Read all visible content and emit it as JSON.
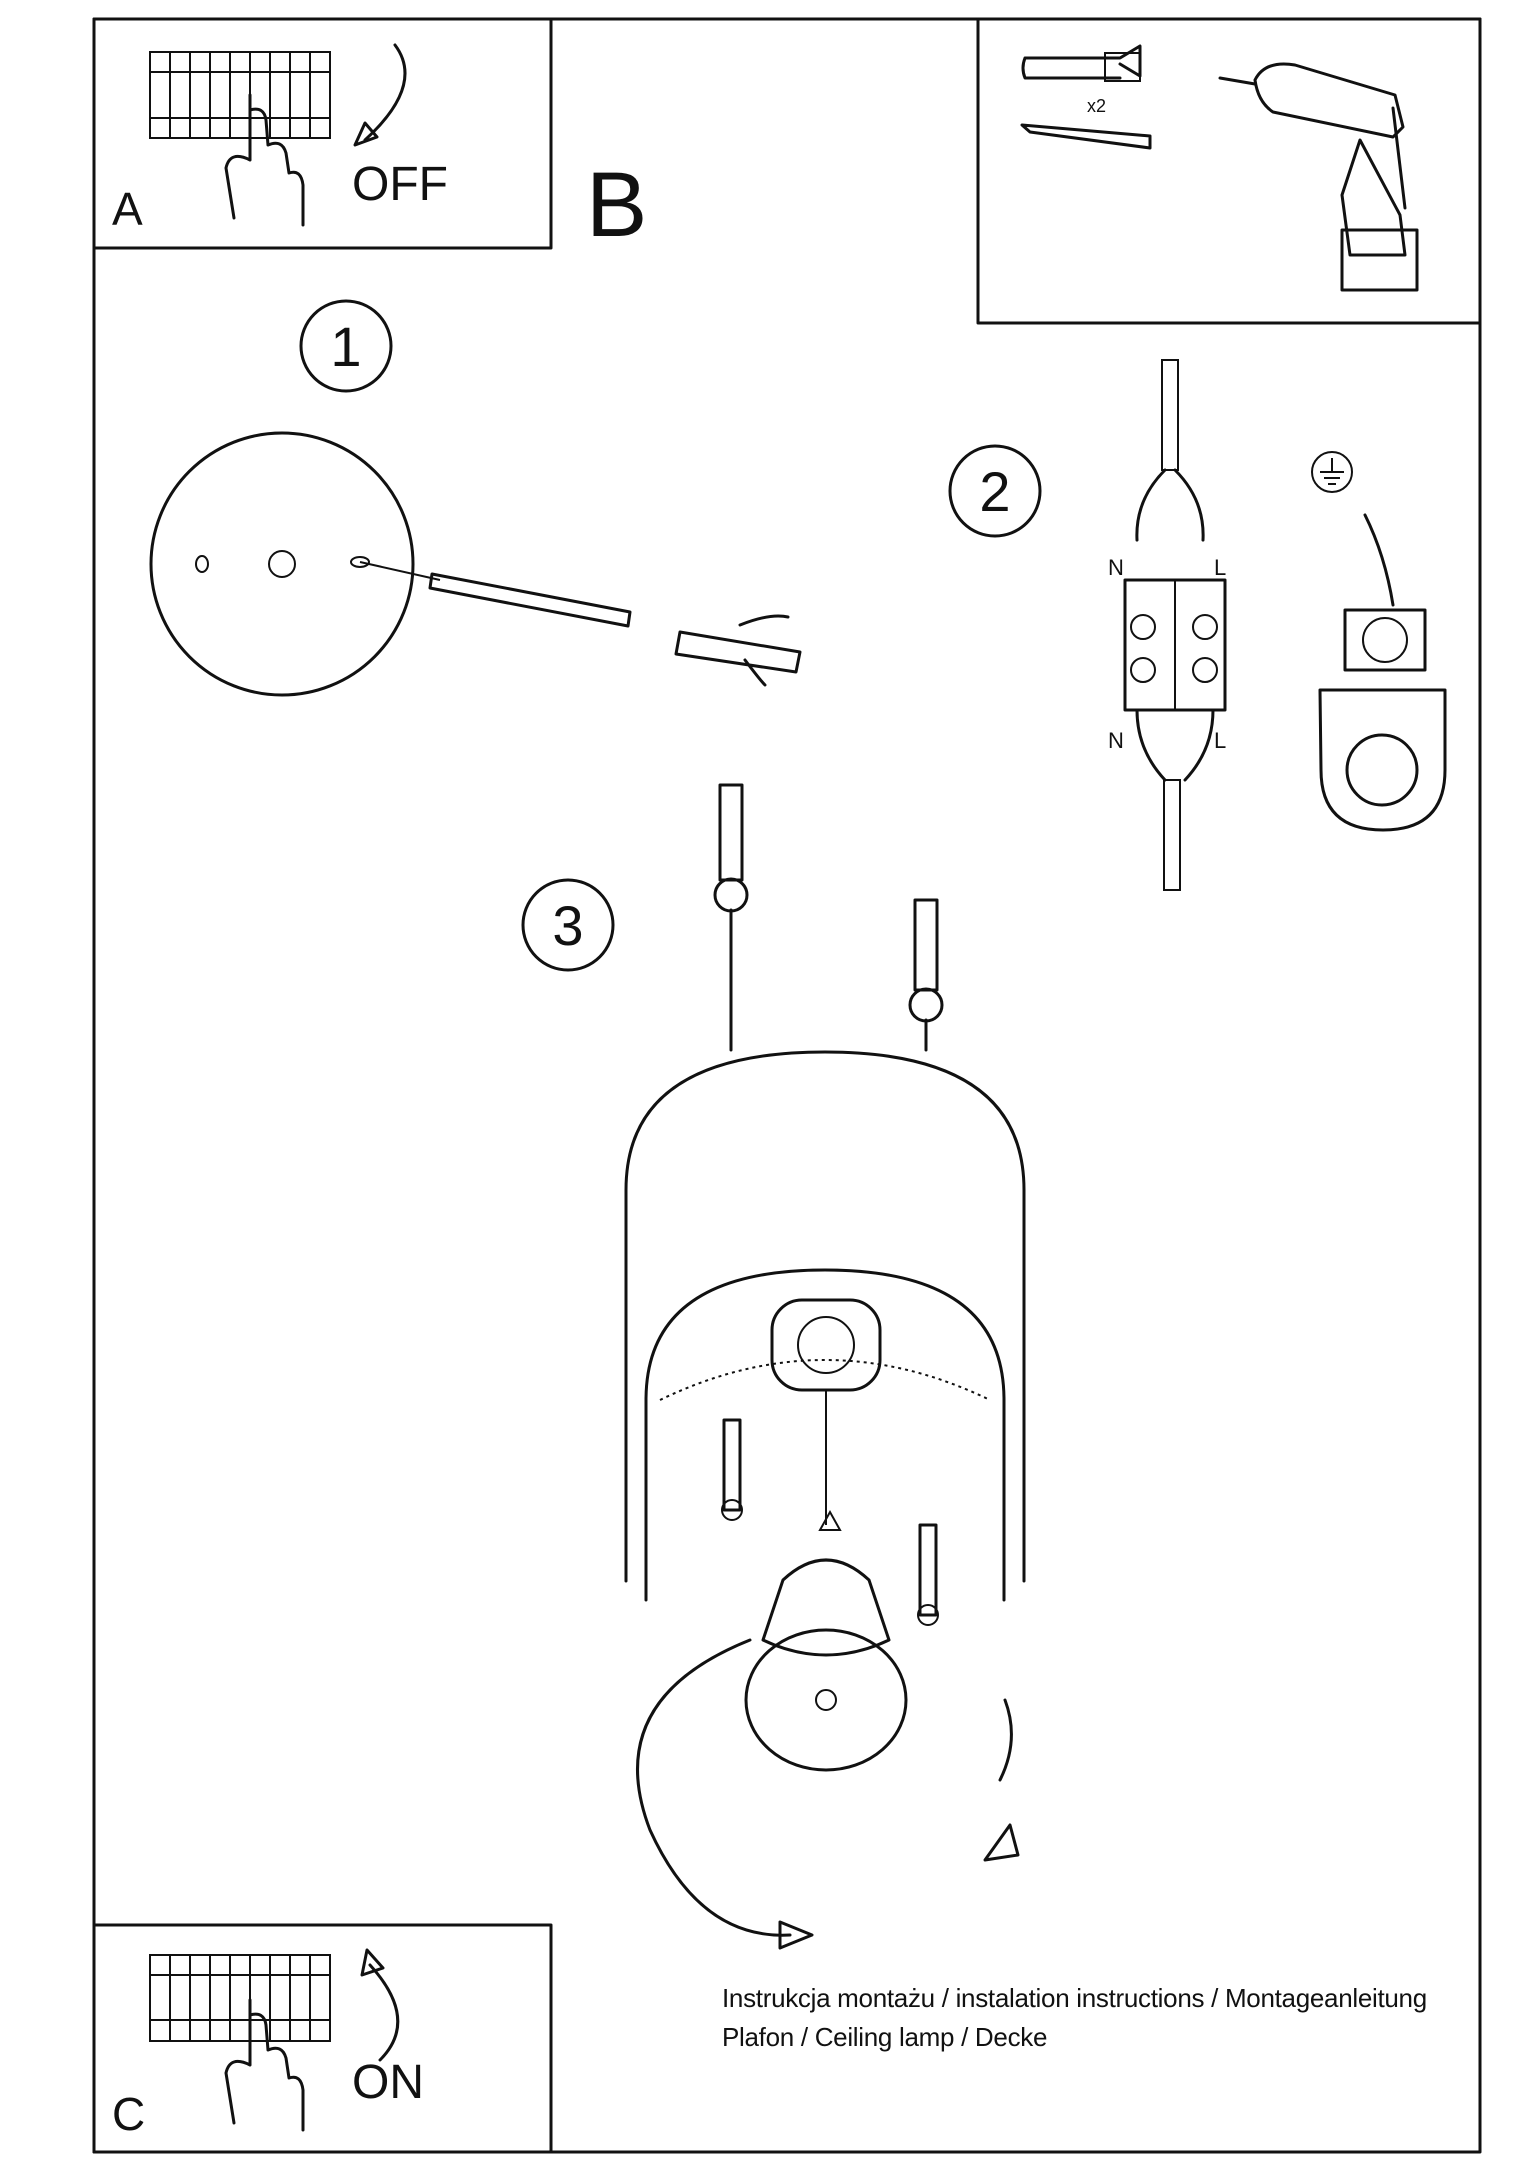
{
  "labels": {
    "a": "A",
    "b": "B",
    "c": "C",
    "off": "OFF",
    "on": "ON",
    "qty": "x2",
    "step1": "1",
    "step2": "2",
    "step3": "3",
    "n_top": "N",
    "l_top": "L",
    "n_bottom": "N",
    "l_bottom": "L"
  },
  "caption": {
    "line1": "Instrukcja montażu / instalation instructions / Montageanleitung",
    "line2": "Plafon / Ceiling lamp / Decke"
  }
}
